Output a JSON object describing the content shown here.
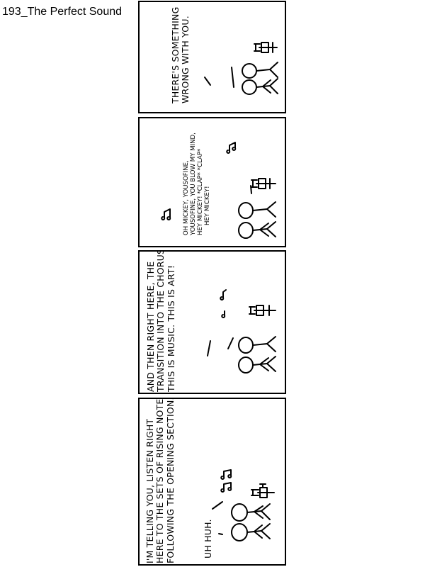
{
  "comic": {
    "title": "193_The Perfect Sound",
    "panels": [
      {
        "name": "panel-1",
        "lines": [
          "I'M TELLING YOU, LISTEN RIGHT",
          "HERE TO THE SETS OF RISING NOTES",
          "FOLLOWING THE OPENING SECTION."
        ],
        "reply": "UH HUH."
      },
      {
        "name": "panel-2",
        "lines": [
          "AND THEN RIGHT HERE, THE",
          "TRANSITION INTO THE CHORUS,",
          "THIS IS MUSIC. THIS IS ART!"
        ]
      },
      {
        "name": "panel-3",
        "lines": [
          "OH MICKEY, YOUSOFINE,",
          "YOUSOFINE, YOU BLOW MY MIND,",
          "HEY MICKEY! *CLAP* *CLAP*",
          "HEY MICKEY!"
        ]
      },
      {
        "name": "panel-4",
        "lines": [
          "THERE'S SOMETHING",
          "WRONG WITH YOU."
        ]
      }
    ]
  }
}
